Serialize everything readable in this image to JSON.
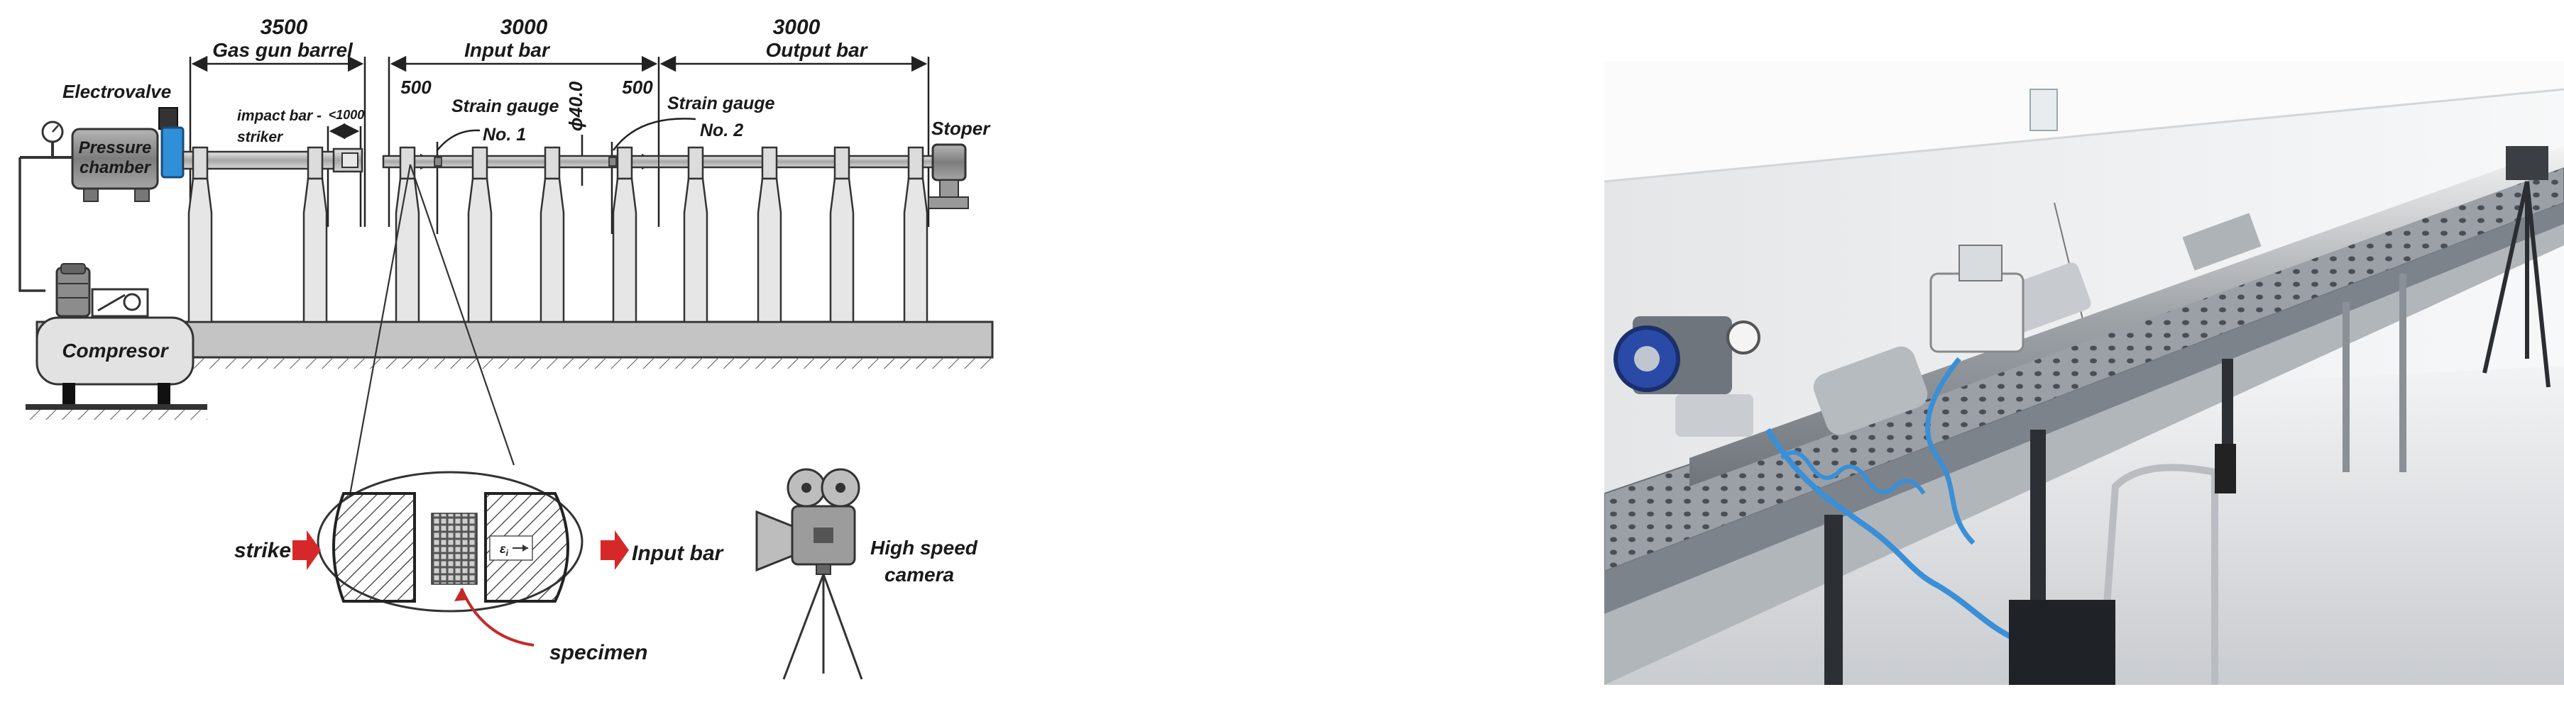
{
  "diagram": {
    "dimensions": {
      "gas_gun": "3500",
      "input_bar": "3000",
      "output_bar": "3000",
      "gauge1_offset": "500",
      "gauge2_offset": "500",
      "striker_gap": "<1000",
      "diameter": "ϕ40.0"
    },
    "labels": {
      "gas_gun_barrel": "Gas gun barrel",
      "input_bar": "Input bar",
      "output_bar": "Output bar",
      "electrovalve": "Electrovalve",
      "pressure": "Pressure",
      "chamber": "chamber",
      "impact_bar": "impact bar -",
      "striker": "striker",
      "strain_gauge": "Strain gauge",
      "no1": "No. 1",
      "no2": "No. 2",
      "stoper": "Stoper",
      "compresor": "Compresor",
      "strike": "strike",
      "input_bar_arrow": "Input bar",
      "specimen": "specimen",
      "high_speed": "High speed",
      "camera": "camera",
      "strain_symbol": "ε",
      "strain_sub": "i"
    },
    "colors": {
      "arrow": "#d62828",
      "valve": "#2f8fd8",
      "base": "#b8b8b8",
      "chamber": "#8a8a8a"
    }
  },
  "photo": {
    "subject": "laboratory split Hopkinson pressure bar setup",
    "colors": {
      "hose": "#3a8fd6",
      "valve_blue": "#2a4aa8",
      "table": "#9aa0a6",
      "wall": "#eef0f2"
    }
  }
}
